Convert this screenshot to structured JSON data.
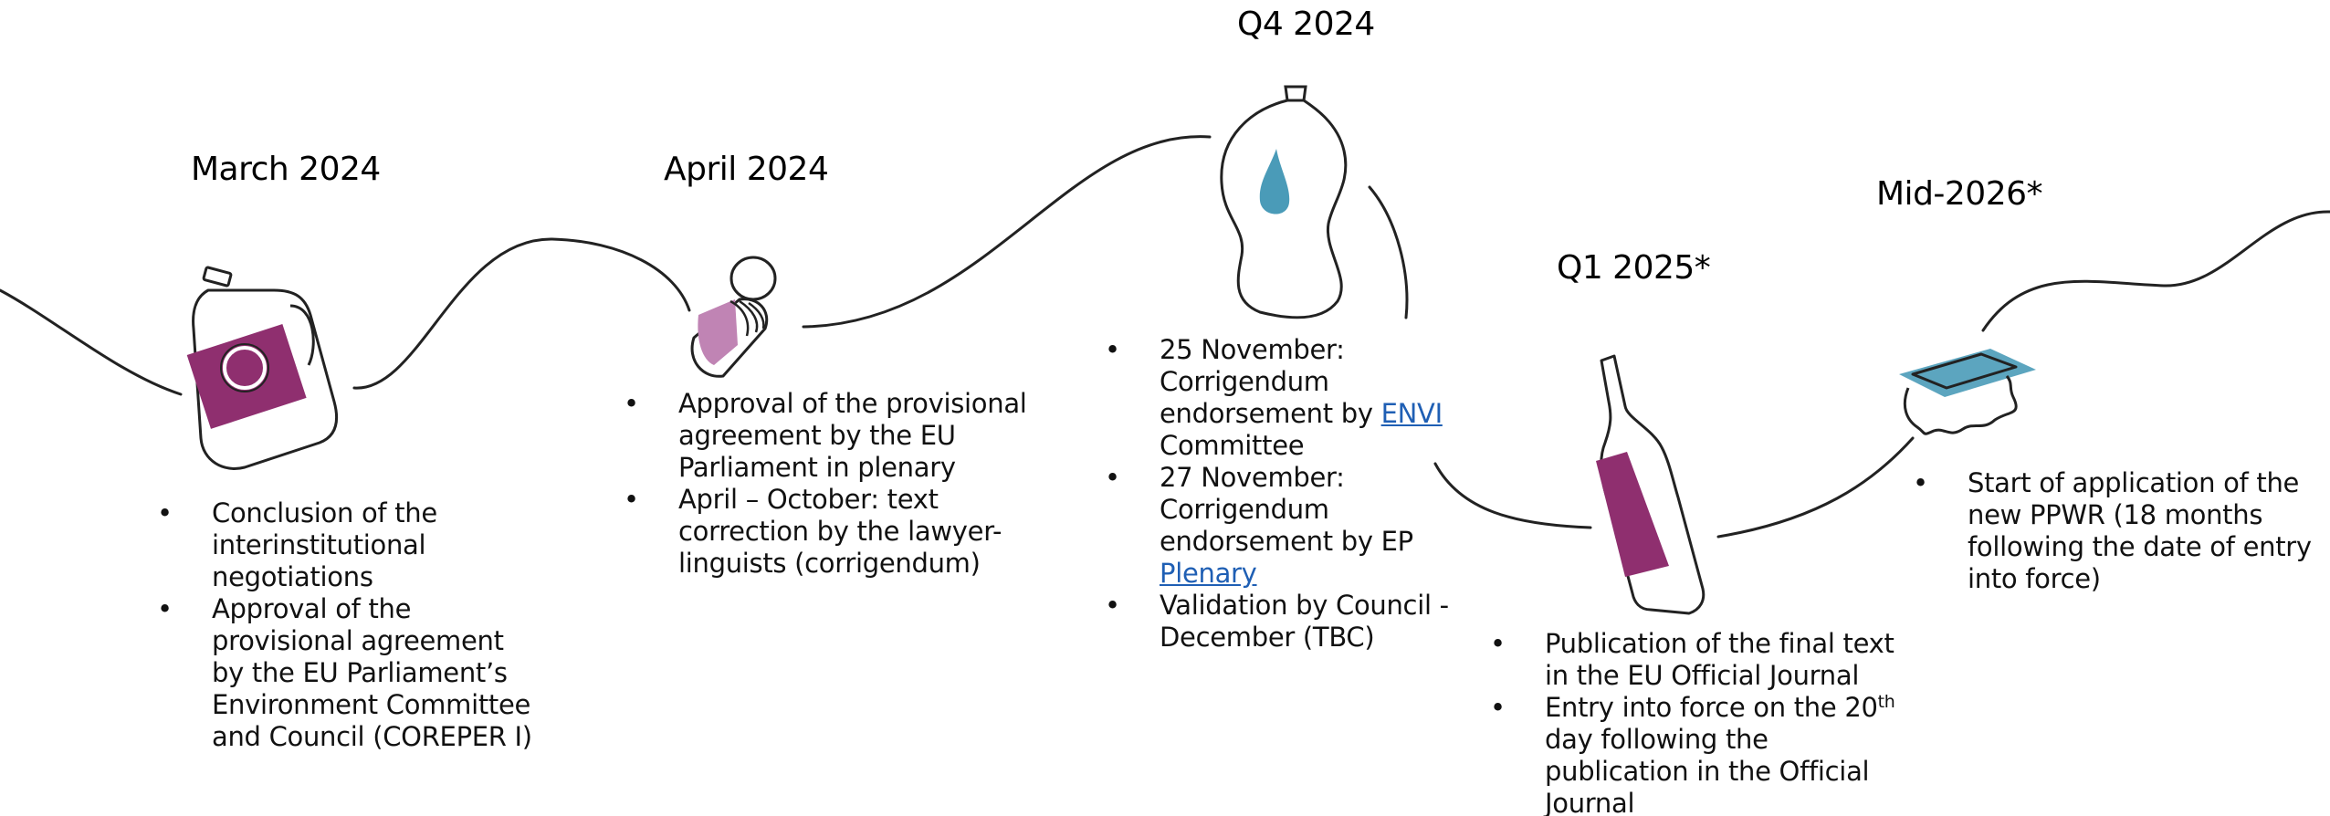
{
  "colors": {
    "purple": "#8f2f6f",
    "light_purple": "#c084b4",
    "teal": "#4a9bb8",
    "line": "#222222",
    "link": "#1f5fb4"
  },
  "milestones": [
    {
      "title": "March 2024",
      "icon": "detergent-jug-icon",
      "items": [
        "Conclusion of the interinstitutional negotiations",
        "Approval of the provisional agreement by the EU Parliament’s Environment Committee and Council (COREPER I)"
      ]
    },
    {
      "title": "April 2024",
      "icon": "tin-can-icon",
      "items": [
        "Approval of the provisional agreement by the EU Parliament in plenary",
        "April – October: text correction by the lawyer-linguists (corrigendum)"
      ]
    },
    {
      "title": "Q4 2024",
      "icon": "water-pouch-icon",
      "items": [
        {
          "before": "25 November: Corrigendum endorsement by ",
          "link": "ENVI",
          "after": " Committee"
        },
        {
          "before": "27 November: Corrigendum endorsement by EP ",
          "link": "Plenary",
          "after": ""
        },
        "Validation by Council - December (TBC)"
      ]
    },
    {
      "title": "Q1 2025*",
      "icon": "wine-bottle-icon",
      "items": [
        "Publication of the final text in the EU Official Journal",
        {
          "before": "Entry into force on the 20",
          "sup": "th",
          "after": " day following the publication in the Official Journal"
        }
      ]
    },
    {
      "title": "Mid-2026*",
      "icon": "food-tray-icon",
      "items": [
        "Start of application of the new PPWR (18 months following the date of entry into force)"
      ]
    }
  ]
}
